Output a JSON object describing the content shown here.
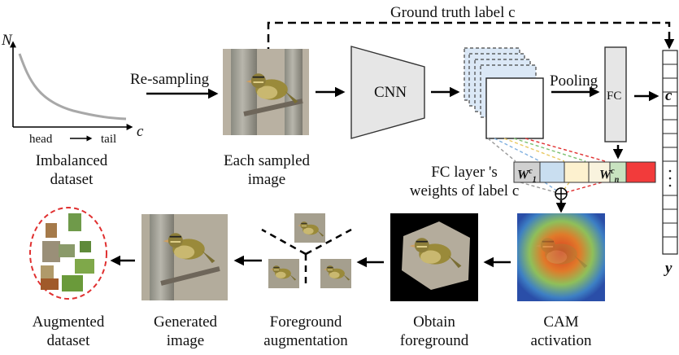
{
  "top_label": "Ground truth label c",
  "imbalanced": {
    "y_axis": "N",
    "x_axis": "c",
    "head": "head",
    "tail": "tail",
    "caption_line1": "Imbalanced",
    "caption_line2": "dataset"
  },
  "resampling_label": "Re-sampling",
  "sampled_caption_line1": "Each sampled",
  "sampled_caption_line2": "image",
  "cnn_label": "CNN",
  "pooling_label": "Pooling",
  "fc_label": "FC",
  "weights": {
    "first": "W",
    "first_sup": "c",
    "first_sub": "1",
    "last": "W",
    "last_sup": "c",
    "last_sub": "n",
    "cell_colors": [
      "#d0d0d0",
      "#c9def0",
      "#fdf1cf",
      "#f9f3de",
      "#c8e3c0",
      "#f23b3b"
    ],
    "caption_line1": "FC layer 's",
    "caption_line2": "weights of label c"
  },
  "output_vector": {
    "class_label": "c",
    "vector_label": "y"
  },
  "cam_caption_line1": "CAM",
  "cam_caption_line2": "activation",
  "foreground_caption_line1": "Obtain",
  "foreground_caption_line2": "foreground",
  "fg_aug_caption_line1": "Foreground",
  "fg_aug_caption_line2": "augmentation",
  "generated_caption_line1": "Generated",
  "generated_caption_line2": "image",
  "augmented_caption_line1": "Augmented",
  "augmented_caption_line2": "dataset",
  "colors": {
    "gray_box": "#e6e6e6",
    "feature_map": "#dbe8f6",
    "dashed_ellipse": "#e03030",
    "cam_heat": "#c83a28"
  }
}
